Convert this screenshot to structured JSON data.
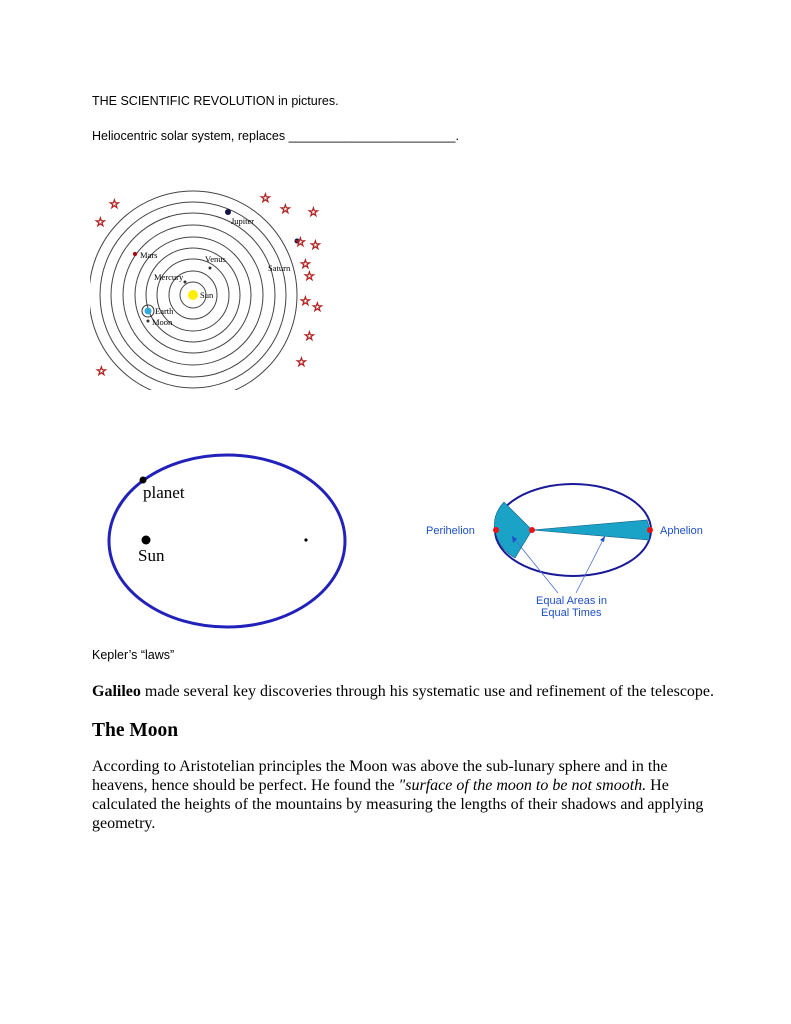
{
  "header": {
    "title": "THE SCIENTIFIC REVOLUTION in pictures.",
    "helio_line": "Heliocentric solar system,  replaces ________________________."
  },
  "helio_diagram": {
    "labels": {
      "jupiter": "Jupiter",
      "mars": "Mars",
      "venus": "Venus",
      "saturn": "Saturn",
      "mercury": "Mercury",
      "sun": "Sun",
      "earth": "Earth",
      "moon": "Moon"
    },
    "colors": {
      "orbit": "#444444",
      "sun": "#ffee00",
      "earth": "#33aadd",
      "mars": "#aa0000",
      "star": "#b22222"
    }
  },
  "ellipse_diagram": {
    "planet_label": "planet",
    "sun_label": "Sun",
    "colors": {
      "orbit": "#2222bb"
    }
  },
  "areas_diagram": {
    "perihelion": "Perihelion",
    "aphelion": "Aphelion",
    "caption_line1": "Equal Areas in",
    "caption_line2": "Equal Times",
    "colors": {
      "text": "#1e4fc8",
      "sector": "#1aa3c7",
      "point": "#ee1111"
    }
  },
  "kepler_caption": "Kepler’s “laws”",
  "galileo": {
    "name": "Galileo",
    "rest": " made several key discoveries through his systematic use and refinement of the telescope."
  },
  "moon_section": {
    "heading": "The Moon",
    "para_part1": "According to Aristotelian principles the Moon was above the sub-lunary sphere and in the heavens, hence should be perfect. He found the ",
    "para_quote": "\"surface of the moon to be not smooth.",
    "para_part2": " He calculated the heights of the mountains by measuring the lengths of their shadows and applying geometry."
  }
}
